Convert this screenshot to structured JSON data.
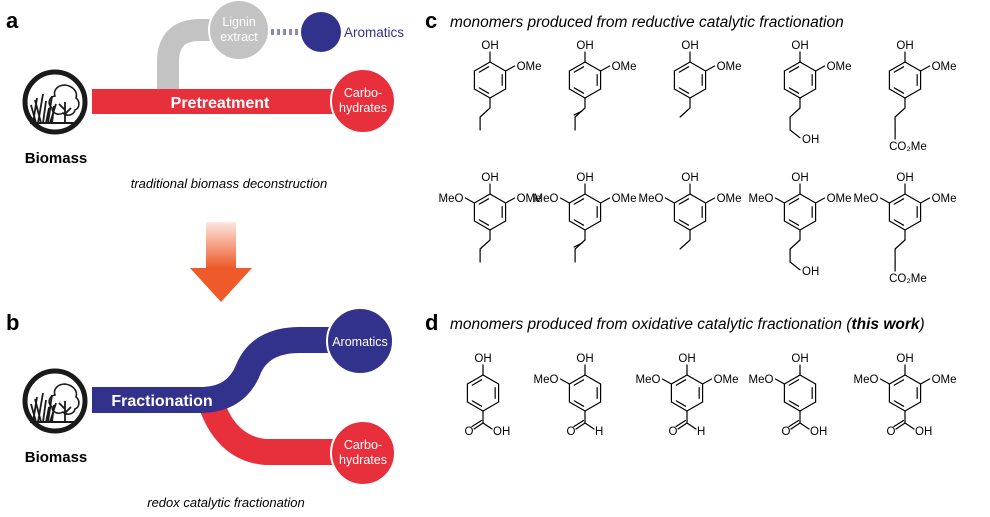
{
  "panels": {
    "a": {
      "letter": "a",
      "caption": "traditional biomass deconstruction"
    },
    "b": {
      "letter": "b",
      "caption": "redox catalytic fractionation"
    },
    "c": {
      "letter": "c",
      "heading": "monomers produced from reductive catalytic fractionation"
    },
    "d": {
      "letter": "d",
      "heading_main": "monomers produced from oxidative catalytic fractionation (",
      "heading_bold": "this work",
      "heading_end": ")"
    }
  },
  "flow_a": {
    "biomass": "Biomass",
    "pretreatment": "Pretreatment",
    "lignin_line1": "Lignin",
    "lignin_line2": "extract",
    "aromatics": "Aromatics",
    "carbo_line1": "Carbo-",
    "carbo_line2": "hydrates"
  },
  "flow_b": {
    "biomass": "Biomass",
    "fractionation": "Fractionation",
    "aromatics": "Aromatics",
    "carbo_line1": "Carbo-",
    "carbo_line2": "hydrates"
  },
  "chem_labels": {
    "oh": "OH",
    "ome": "OMe",
    "meo": "MeO",
    "h": "H",
    "o": "O",
    "co2me": "CO₂Me"
  },
  "colors": {
    "red": "#e8303c",
    "blue": "#32328c",
    "gray": "#c3c3c3",
    "arrow_top": "#fbd9cf",
    "arrow_bottom": "#ef5b2c"
  }
}
